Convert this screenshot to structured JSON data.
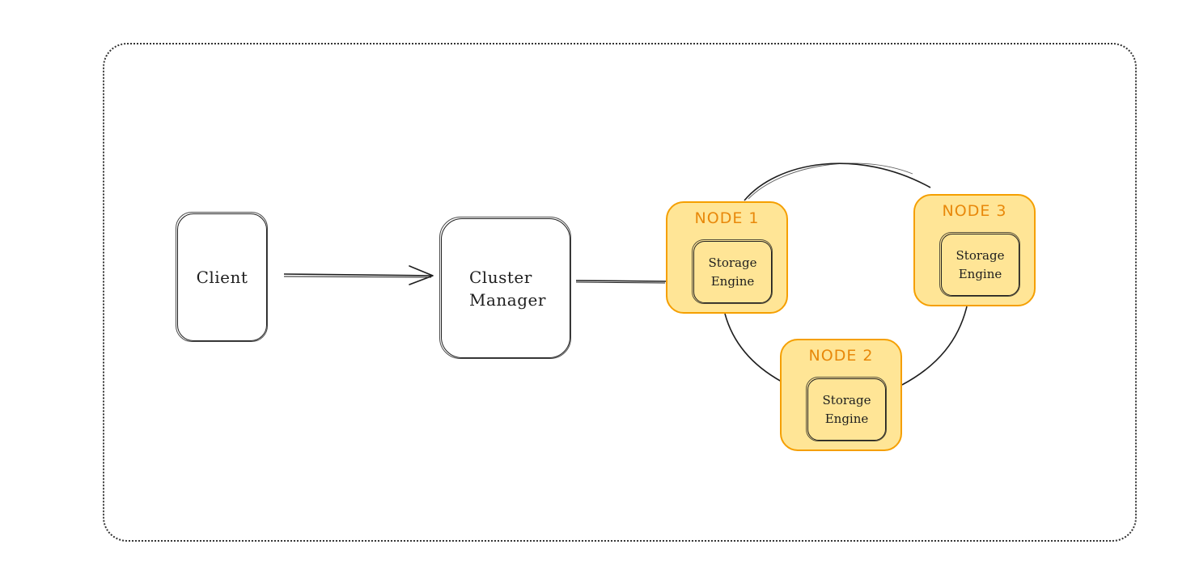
{
  "client": {
    "label": "Client"
  },
  "cluster_manager": {
    "label": "Cluster\nManager"
  },
  "nodes": [
    {
      "title": "NODE 1",
      "engine": "Storage\nEngine"
    },
    {
      "title": "NODE 2",
      "engine": "Storage\nEngine"
    },
    {
      "title": "NODE 3",
      "engine": "Storage\nEngine"
    }
  ],
  "colors": {
    "node_fill": "#ffe596",
    "node_border": "#f59f00",
    "node_title": "#e8880a",
    "stroke": "#1e1e1e"
  }
}
